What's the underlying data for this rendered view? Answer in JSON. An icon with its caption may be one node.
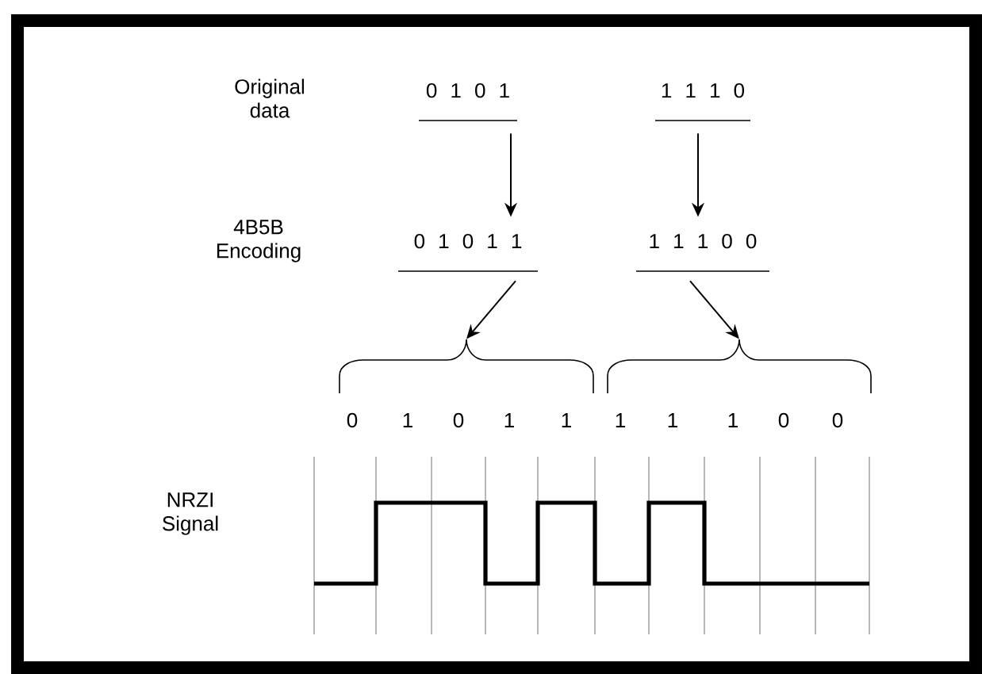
{
  "diagram": {
    "nodes": [
      {
        "text": [
          "0 1 0 1"
        ]
      },
      {
        "text": [
          "1 1 1 0"
        ]
      },
      {
        "text": [
          "0 1 0 1 1"
        ]
      },
      {
        "text": [
          "1 1 1 0 0"
        ]
      },
      {
        "text": [],
        "shape": "brace"
      },
      {
        "text": [],
        "shape": "brace"
      }
    ],
    "edges": [
      {
        "from": 0,
        "to": 2,
        "arrow": "to"
      },
      {
        "from": 1,
        "to": 3,
        "arrow": "to"
      },
      {
        "from": 2,
        "to": 4,
        "arrow": "to"
      },
      {
        "from": 3,
        "to": 5,
        "arrow": "to"
      }
    ],
    "labels": [
      "Original data",
      "4B5B Encoding",
      "0",
      "1",
      "0",
      "1",
      "1",
      "1",
      "1",
      "1",
      "0",
      "0",
      "NRZI Signal"
    ]
  }
}
